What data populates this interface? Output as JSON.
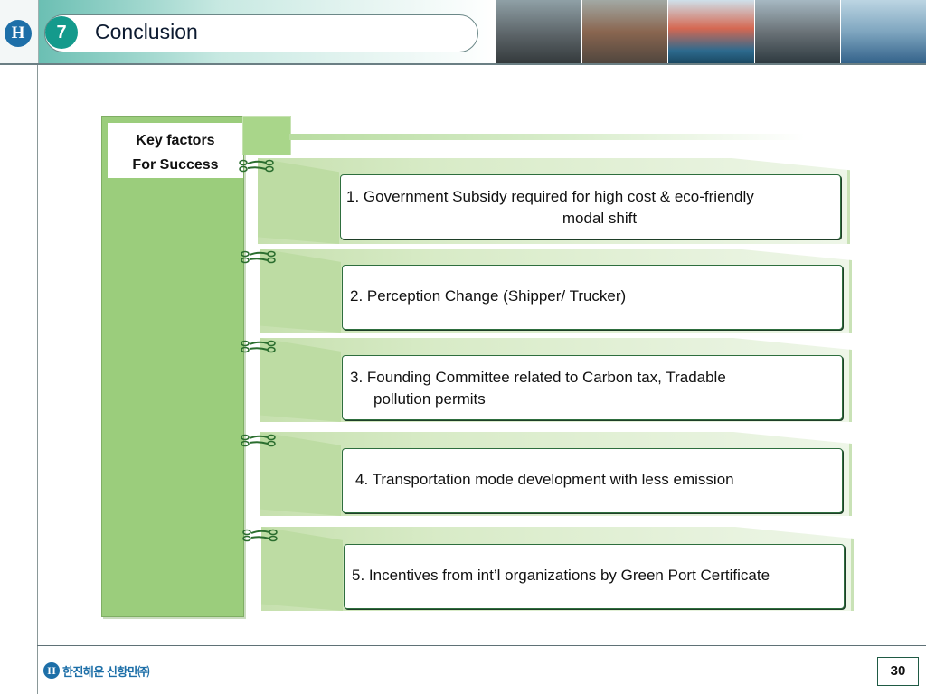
{
  "header": {
    "logo_letter": "H",
    "section_number": "7",
    "title": "Conclusion",
    "photos": [
      "port-crane-photo",
      "container-crane-photo",
      "container-ship-photo",
      "bridge-photo",
      "ship-at-sea-photo"
    ]
  },
  "diagram": {
    "key_label_line1": "Key factors",
    "key_label_line2": "For Success",
    "factors": [
      {
        "line1": "1.  Government Subsidy required for high cost & eco-friendly",
        "line2": "modal shift"
      },
      {
        "line1": "2. Perception Change (Shipper/ Trucker)",
        "line2": ""
      },
      {
        "line1": "3. Founding Committee related to Carbon tax, Tradable",
        "line2": "pollution permits"
      },
      {
        "line1": "4. Transportation mode development with less emission",
        "line2": ""
      },
      {
        "line1": "5. Incentives from int’l organizations by Green Port Certificate",
        "line2": ""
      }
    ]
  },
  "footer": {
    "company_logo_letter": "H",
    "company_name": "한진해운 신항만㈜",
    "page_number": "30"
  },
  "colors": {
    "accent_teal": "#149a8c",
    "brand_blue": "#1d6fa8",
    "green_column": "#9bcd7c",
    "card_border": "#2e6e3e"
  }
}
